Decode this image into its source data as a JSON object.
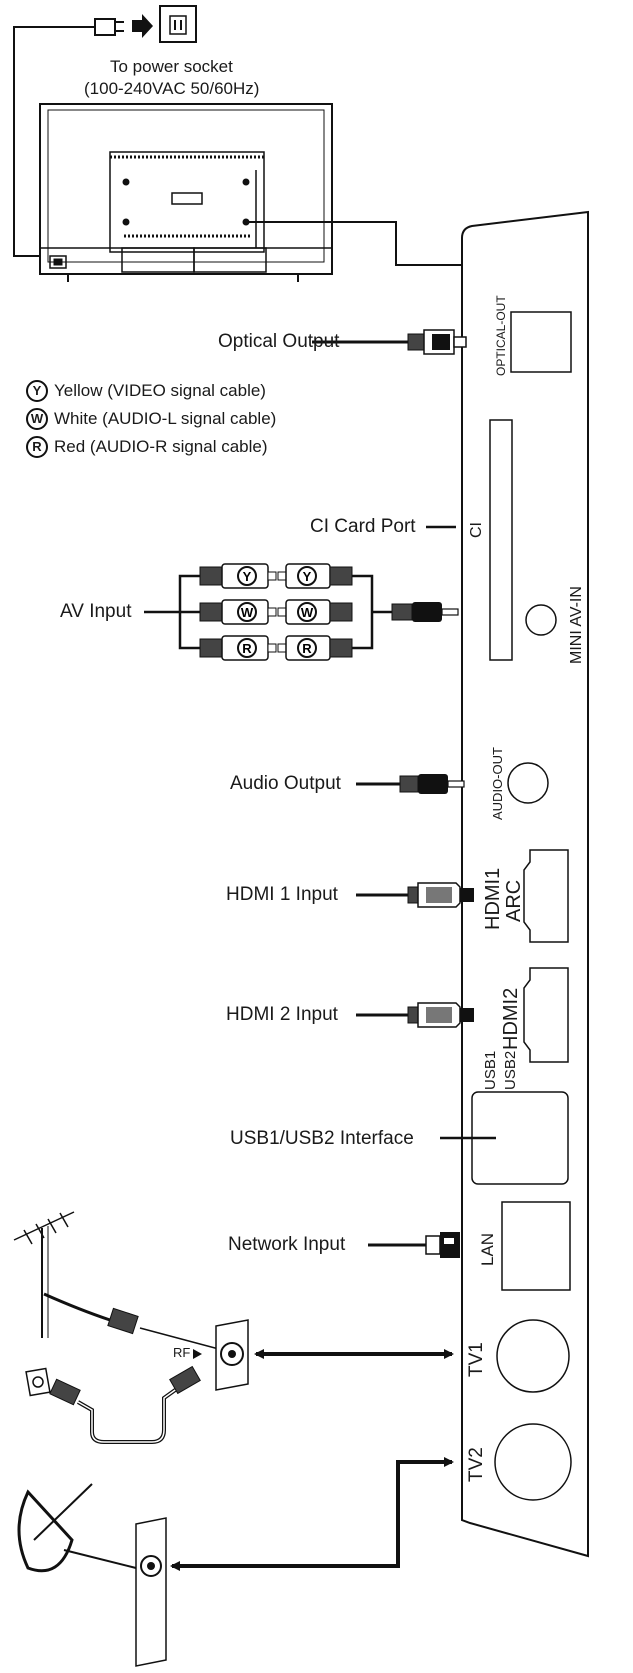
{
  "power": {
    "socket_line1": "To power socket",
    "socket_line2": "(100-240VAC 50/60Hz)"
  },
  "legend": [
    {
      "letter": "Y",
      "text": "Yellow (VIDEO signal cable)"
    },
    {
      "letter": "W",
      "text": "White (AUDIO-L signal cable)"
    },
    {
      "letter": "R",
      "text": "Red (AUDIO-R signal cable)"
    }
  ],
  "callouts": {
    "optical": "Optical Output",
    "ci": "CI Card Port",
    "av": "AV Input",
    "audio": "Audio Output",
    "hdmi1": "HDMI 1 Input",
    "hdmi2": "HDMI 2 Input",
    "usb": "USB1/USB2 Interface",
    "network": "Network Input"
  },
  "ports": {
    "optical": "OPTICAL-OUT",
    "ci": "CI",
    "mini_av": "MINI AV-IN",
    "audio_out": "AUDIO-OUT",
    "hdmi1_a": "HDMI1",
    "hdmi1_b": "ARC",
    "hdmi2": "HDMI2",
    "usb1": "USB1",
    "usb2": "USB2",
    "lan": "LAN",
    "tv1": "TV1",
    "tv2": "TV2"
  },
  "rca_letters": [
    "Y",
    "W",
    "R"
  ],
  "rf_label": "RF"
}
